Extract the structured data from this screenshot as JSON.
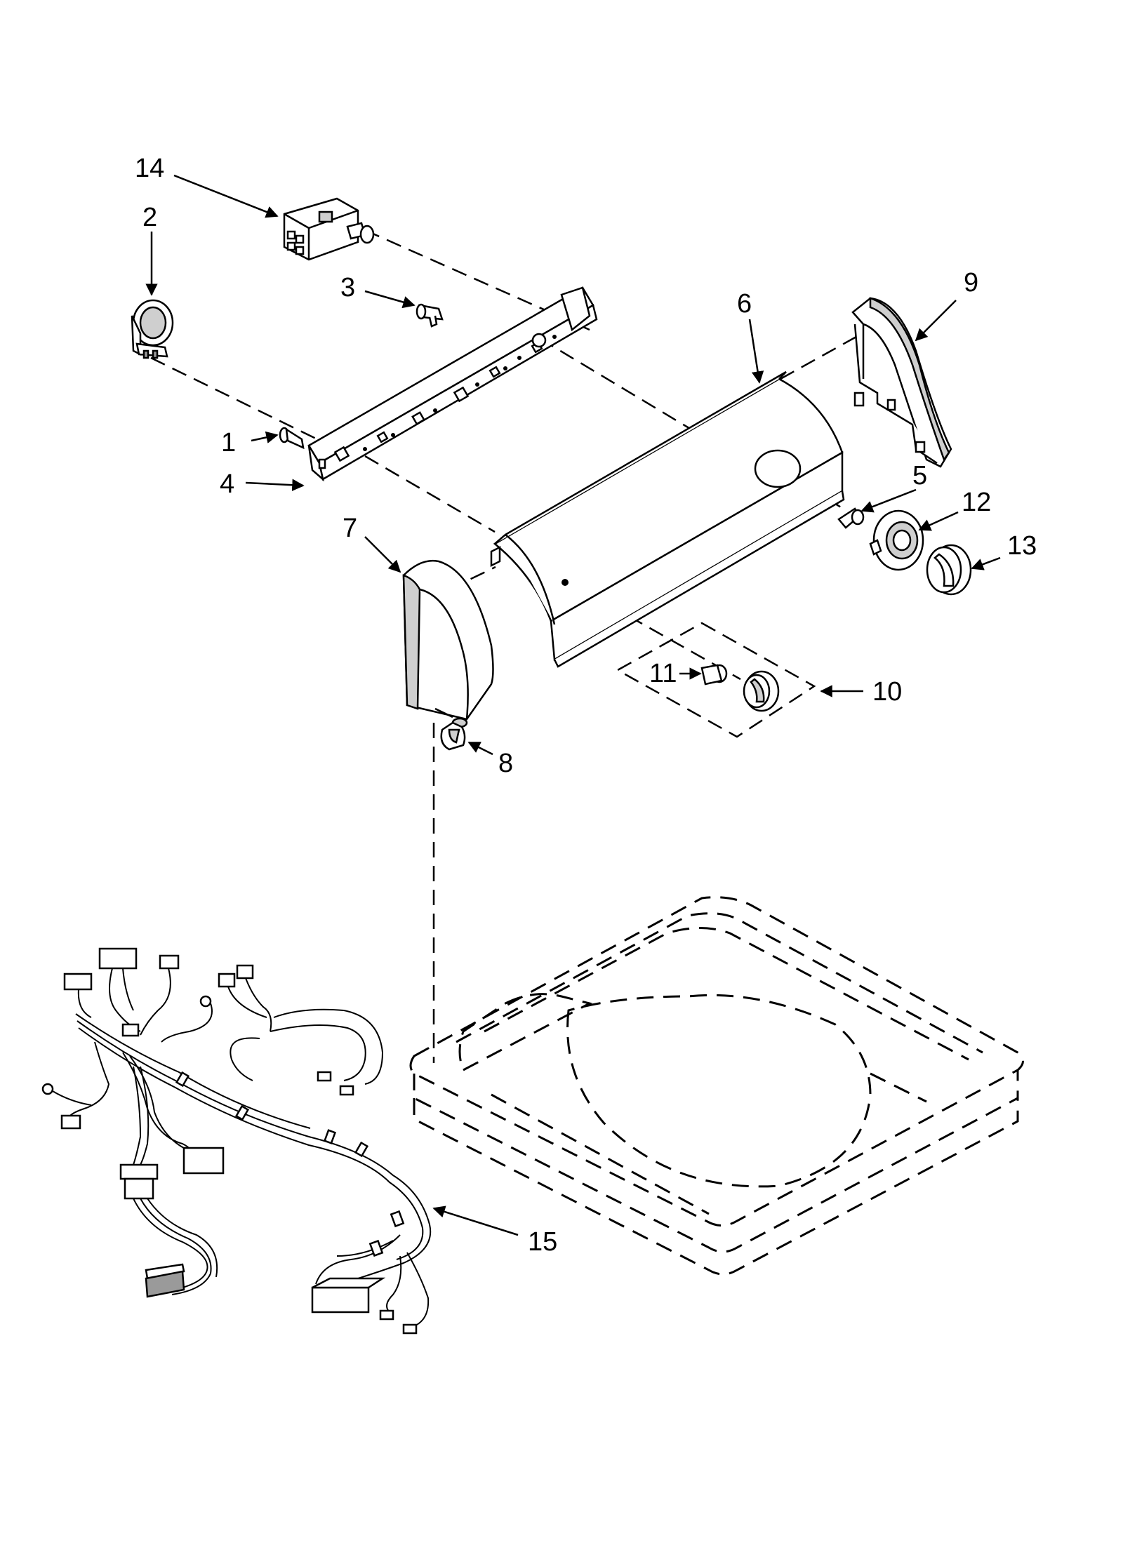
{
  "callouts": [
    {
      "id": "1",
      "label": "1"
    },
    {
      "id": "2",
      "label": "2"
    },
    {
      "id": "3",
      "label": "3"
    },
    {
      "id": "4",
      "label": "4"
    },
    {
      "id": "5",
      "label": "5"
    },
    {
      "id": "6",
      "label": "6"
    },
    {
      "id": "7",
      "label": "7"
    },
    {
      "id": "8",
      "label": "8"
    },
    {
      "id": "9",
      "label": "9"
    },
    {
      "id": "10",
      "label": "10"
    },
    {
      "id": "11",
      "label": "11"
    },
    {
      "id": "12",
      "label": "12"
    },
    {
      "id": "13",
      "label": "13"
    },
    {
      "id": "14",
      "label": "14"
    },
    {
      "id": "15",
      "label": "15"
    }
  ],
  "colors": {
    "background": "#ffffff",
    "line": "#000000",
    "shade": "#9a9a9a"
  }
}
